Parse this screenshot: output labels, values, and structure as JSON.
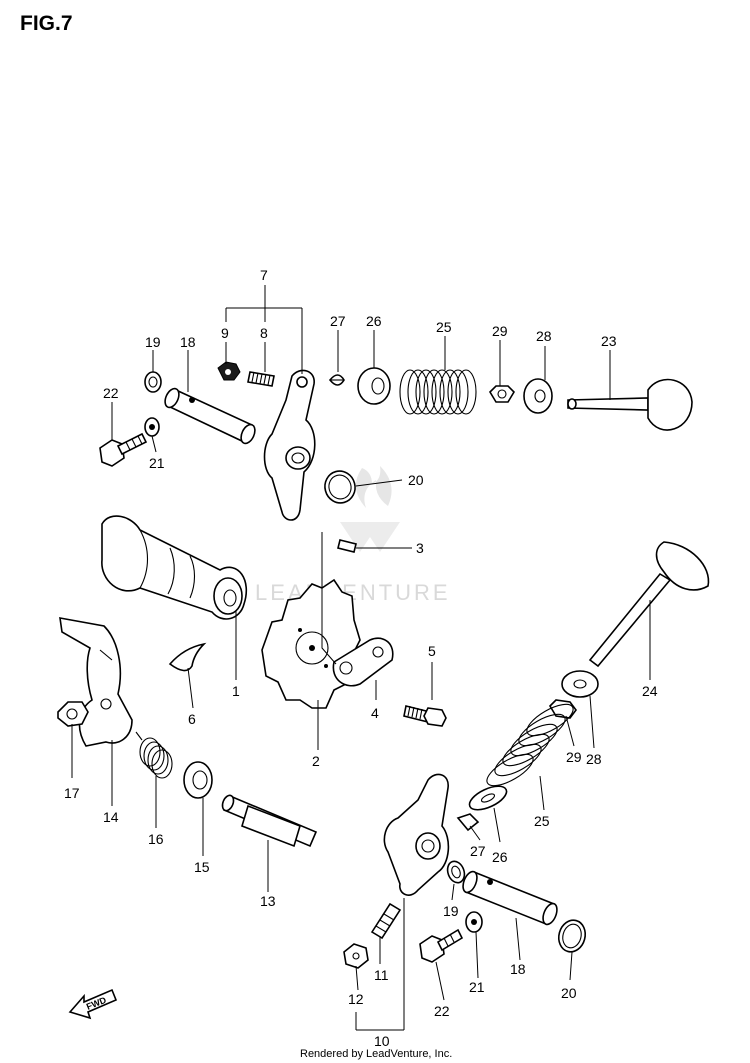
{
  "figure": {
    "title": "FIG.7",
    "footer": "Rendered by LeadVenture, Inc.",
    "watermark": "LEADVENTURE",
    "direction_arrow": "FWD"
  },
  "callouts": [
    {
      "id": "c1",
      "label": "1"
    },
    {
      "id": "c2",
      "label": "2"
    },
    {
      "id": "c3",
      "label": "3"
    },
    {
      "id": "c4",
      "label": "4"
    },
    {
      "id": "c5",
      "label": "5"
    },
    {
      "id": "c6",
      "label": "6"
    },
    {
      "id": "c7",
      "label": "7"
    },
    {
      "id": "c8a",
      "label": "8"
    },
    {
      "id": "c9a",
      "label": "9"
    },
    {
      "id": "c10",
      "label": "10"
    },
    {
      "id": "c11",
      "label": "11"
    },
    {
      "id": "c12",
      "label": "12"
    },
    {
      "id": "c13",
      "label": "13"
    },
    {
      "id": "c14",
      "label": "14"
    },
    {
      "id": "c15",
      "label": "15"
    },
    {
      "id": "c16",
      "label": "16"
    },
    {
      "id": "c17",
      "label": "17"
    },
    {
      "id": "c18a",
      "label": "18"
    },
    {
      "id": "c18b",
      "label": "18"
    },
    {
      "id": "c19a",
      "label": "19"
    },
    {
      "id": "c19b",
      "label": "19"
    },
    {
      "id": "c20a",
      "label": "20"
    },
    {
      "id": "c20b",
      "label": "20"
    },
    {
      "id": "c21a",
      "label": "21"
    },
    {
      "id": "c21b",
      "label": "21"
    },
    {
      "id": "c22a",
      "label": "22"
    },
    {
      "id": "c22b",
      "label": "22"
    },
    {
      "id": "c23",
      "label": "23"
    },
    {
      "id": "c24",
      "label": "24"
    },
    {
      "id": "c25a",
      "label": "25"
    },
    {
      "id": "c25b",
      "label": "25"
    },
    {
      "id": "c26a",
      "label": "26"
    },
    {
      "id": "c26b",
      "label": "26"
    },
    {
      "id": "c27a",
      "label": "27"
    },
    {
      "id": "c27b",
      "label": "27"
    },
    {
      "id": "c28a",
      "label": "28"
    },
    {
      "id": "c28b",
      "label": "28"
    },
    {
      "id": "c29a",
      "label": "29"
    },
    {
      "id": "c29b",
      "label": "29"
    }
  ]
}
